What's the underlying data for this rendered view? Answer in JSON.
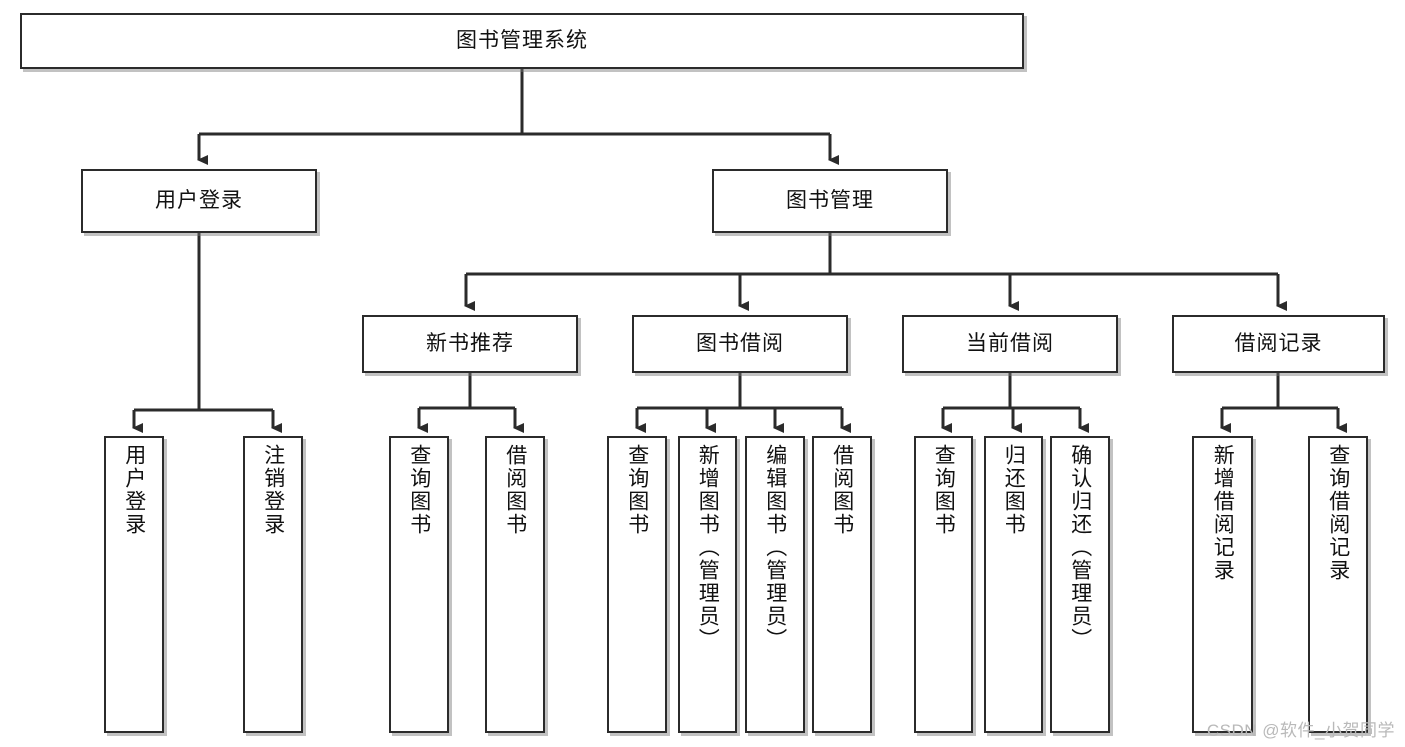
{
  "diagram": {
    "title": "图书管理系统",
    "type": "tree",
    "orientation": "top-down",
    "watermark": "CSDN @软件_小贺同学",
    "colors": {
      "box_border": "#2b2b2b",
      "box_fill": "#ffffff",
      "connector": "#2b2b2b",
      "text": "#111111",
      "watermark": "#b9b9b9",
      "background": "#ffffff"
    },
    "nodes": {
      "root": {
        "label": "图书管理系统"
      },
      "level2": [
        {
          "id": "user-login",
          "label": "用户登录"
        },
        {
          "id": "book-manage",
          "label": "图书管理"
        }
      ],
      "level3": [
        {
          "id": "new-book-recommend",
          "label": "新书推荐"
        },
        {
          "id": "book-borrow",
          "label": "图书借阅"
        },
        {
          "id": "current-borrow",
          "label": "当前借阅"
        },
        {
          "id": "borrow-record",
          "label": "借阅记录"
        }
      ],
      "leaves": {
        "user_login": [
          {
            "id": "leaf-user-login",
            "label": "用户登录"
          },
          {
            "id": "leaf-logout-login",
            "label": "注销登录"
          }
        ],
        "new_book_recommend": [
          {
            "id": "leaf-query-book-1",
            "label": "查询图书"
          },
          {
            "id": "leaf-borrow-book-1",
            "label": "借阅图书"
          }
        ],
        "book_borrow": [
          {
            "id": "leaf-query-book-2",
            "label": "查询图书"
          },
          {
            "id": "leaf-add-book",
            "label": "新增图书（管理员）"
          },
          {
            "id": "leaf-edit-book",
            "label": "编辑图书（管理员）"
          },
          {
            "id": "leaf-borrow-book-2",
            "label": "借阅图书"
          }
        ],
        "current_borrow": [
          {
            "id": "leaf-query-book-3",
            "label": "查询图书"
          },
          {
            "id": "leaf-return-book",
            "label": "归还图书"
          },
          {
            "id": "leaf-confirm-return",
            "label": "确认归还（管理员）"
          }
        ],
        "borrow_record": [
          {
            "id": "leaf-add-borrow-record",
            "label": "新增借阅记录"
          },
          {
            "id": "leaf-query-borrow-record",
            "label": "查询借阅记录"
          }
        ]
      }
    }
  }
}
